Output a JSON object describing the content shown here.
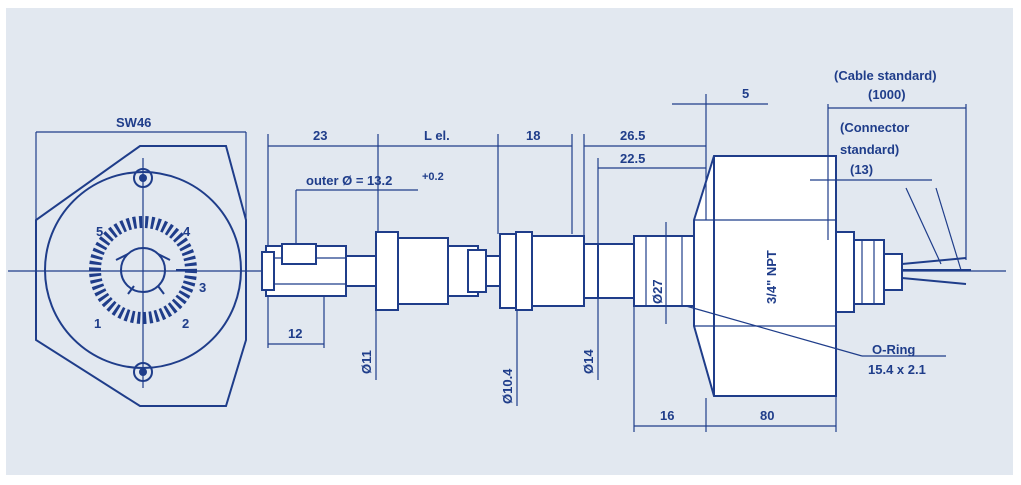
{
  "colors": {
    "background": "#e2e8f0",
    "line": "#1f3d8a",
    "fill": "#ffffff"
  },
  "front_view": {
    "wrench_size": "SW46",
    "pins": [
      "1",
      "2",
      "3",
      "4",
      "5"
    ]
  },
  "side_view": {
    "dim_23": "23",
    "dim_length": "L el.",
    "dim_18": "18",
    "dim_26_5": "26.5",
    "dim_22_5": "22.5",
    "dim_5": "5",
    "dim_12": "12",
    "dim_16": "16",
    "dim_80": "80",
    "outer_diameter_label": "outer Ø = 13.2",
    "outer_diameter_tol": "+0.2",
    "dia_11": "Ø11",
    "dia_10_4": "Ø10.4",
    "dia_14": "Ø14",
    "dia_27": "Ø27",
    "thread": "3/4\" NPT",
    "cable_standard": "(Cable standard)",
    "cable_length": "(1000)",
    "connector_standard_1": "(Connector",
    "connector_standard_2": "standard)",
    "connector_length": "(13)",
    "o_ring_label": "O-Ring",
    "o_ring_size": "15.4 x 2.1"
  }
}
